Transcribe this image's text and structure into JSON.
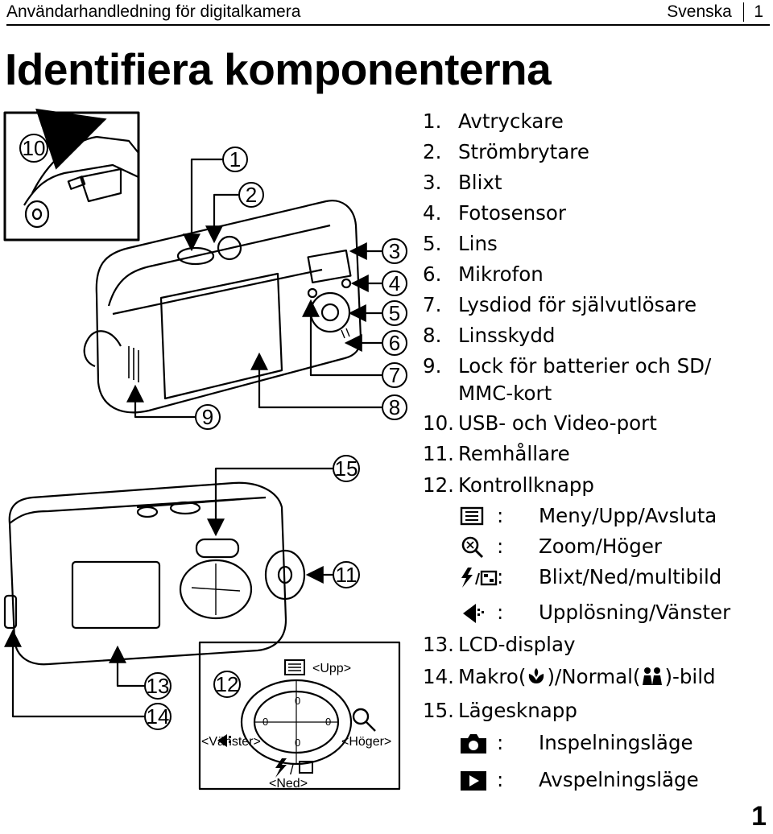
{
  "header": {
    "left": "Användarhandledning för digitalkamera",
    "right": "Svenska",
    "page": "1"
  },
  "title": "Identifiera komponenterna",
  "items": [
    {
      "num": "1.",
      "label": "Avtryckare"
    },
    {
      "num": "2.",
      "label": "Strömbrytare"
    },
    {
      "num": "3.",
      "label": "Blixt"
    },
    {
      "num": "4.",
      "label": "Fotosensor"
    },
    {
      "num": "5.",
      "label": "Lins"
    },
    {
      "num": "6.",
      "label": "Mikrofon"
    },
    {
      "num": "7.",
      "label": "Lysdiod för självutlösare"
    },
    {
      "num": "8.",
      "label": "Linsskydd"
    },
    {
      "num": "9.",
      "label": "Lock för batterier och SD/"
    },
    {
      "num": "",
      "label": "MMC-kort"
    },
    {
      "num": "10.",
      "label": "USB- och Video-port"
    },
    {
      "num": "11.",
      "label": "Remhållare"
    },
    {
      "num": "12.",
      "label": "Kontrollknapp"
    },
    {
      "num": "13.",
      "label": "LCD-display"
    },
    {
      "num": "14.",
      "label": "Makro("
    },
    {
      "num": "15.",
      "label": "Lägesknapp"
    }
  ],
  "item14": {
    "mid": ")/Normal(",
    "end": ")-bild"
  },
  "control_functions": [
    {
      "colon": ":",
      "text": "Meny/Upp/Avsluta",
      "icon": "menu-icon"
    },
    {
      "colon": ":",
      "text": "Zoom/Höger",
      "icon": "zoom-icon"
    },
    {
      "colon": ":",
      "text": "Blixt/Ned/multibild",
      "icon": "flash-multi-icon"
    },
    {
      "colon": ":",
      "text": "Upplösning/Vänster",
      "icon": "resolution-icon"
    }
  ],
  "mode_functions": [
    {
      "colon": ":",
      "text": "Inspelningsläge",
      "icon": "camera-icon"
    },
    {
      "colon": ":",
      "text": "Avspelningsläge",
      "icon": "play-icon"
    }
  ],
  "callouts": [
    "10",
    "1",
    "2",
    "3",
    "4",
    "5",
    "6",
    "7",
    "8",
    "9",
    "15",
    "11",
    "12",
    "13",
    "14"
  ],
  "dpad_labels": {
    "up": "<Upp>",
    "left": "<Vänster>",
    "right": "<Höger>",
    "down": "<Ned>"
  },
  "dpad_glyphs": [
    "0",
    "0",
    "0",
    "0"
  ]
}
